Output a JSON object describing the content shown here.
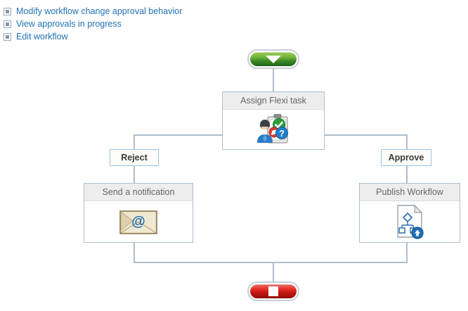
{
  "links": [
    {
      "label": "Modify workflow change approval behavior",
      "icon": "square-bullet-icon"
    },
    {
      "label": "View approvals in progress",
      "icon": "square-bullet-icon"
    },
    {
      "label": "Edit workflow",
      "icon": "square-bullet-icon"
    }
  ],
  "diagram": {
    "start_node": {
      "name": "start",
      "icon": "play-down-triangle-icon",
      "color": "#3c8a26"
    },
    "end_node": {
      "name": "end",
      "icon": "stop-square-icon",
      "color": "#c01510"
    },
    "activities": [
      {
        "title": "Assign Flexi task",
        "icon": "clipboard-person-approval-icon"
      },
      {
        "title": "Send a notification",
        "icon": "email-envelope-at-icon"
      },
      {
        "title": "Publish Workflow",
        "icon": "publish-document-upload-icon"
      }
    ],
    "transitions": [
      {
        "label": "Reject"
      },
      {
        "label": "Approve"
      }
    ],
    "connector_color": "#aebdcb"
  }
}
